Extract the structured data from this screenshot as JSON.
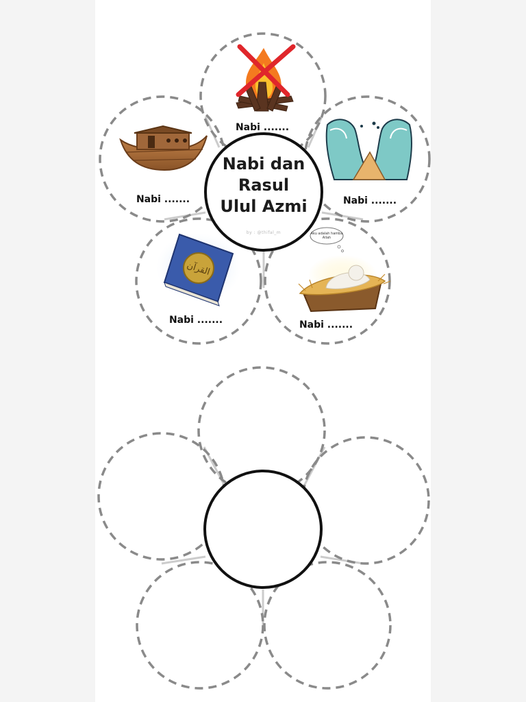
{
  "worksheet": {
    "title_line1": "Nabi dan",
    "title_line2": "Rasul",
    "title_line3": "Ulul Azmi",
    "byline": "by : @thifal_m",
    "petal_labels": {
      "top": "Nabi .......",
      "left": "Nabi .......",
      "right": "Nabi .......",
      "bottom_left": "Nabi .......",
      "bottom_right": "Nabi ......."
    },
    "speech_bubble": "Aku adalah hamba Allah",
    "book_inscription": "القرآن"
  },
  "colors": {
    "petal_dash": "#8a8a8a",
    "connector": "#cccccc",
    "center_ring": "#111111",
    "cross": "#e0262b",
    "wood": "#a0673a",
    "wave": "#7ec9c6",
    "book": "#3a5bab",
    "straw": "#e5b455"
  },
  "icons": [
    "no-fire-icon",
    "ark-icon",
    "parted-sea-icon",
    "holy-book-icon",
    "manger-baby-icon"
  ]
}
